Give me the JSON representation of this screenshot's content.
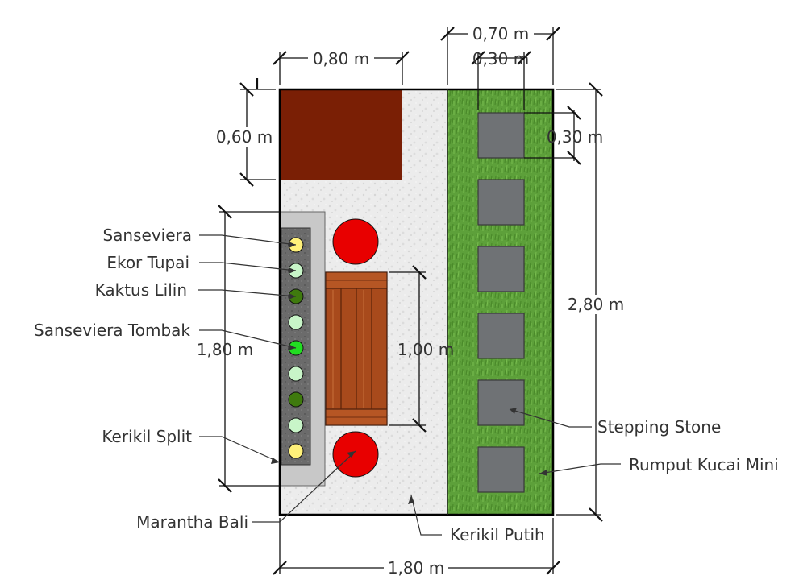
{
  "dimensions": {
    "top_070": "0,70 m",
    "top_080": "0,80 m",
    "top_030": "0,30 m",
    "left_060": "0,60 m",
    "stone_030": "0,30 m",
    "right_280": "2,80 m",
    "left_180": "1,80 m",
    "bench_100": "1,00 m",
    "bottom_180": "1,80 m"
  },
  "labels": {
    "sanseviera": "Sanseviera",
    "ekor_tupai": "Ekor Tupai",
    "kaktus_lilin": "Kaktus Lilin",
    "sanseviera_tombak": "Sanseviera Tombak",
    "kerikil_split": "Kerikil Split",
    "marantha_bali": "Marantha Bali",
    "kerikil_putih": "Kerikil Putih",
    "stepping_stone": "Stepping Stone",
    "rumput_kucai_mini": "Rumput Kucai Mini"
  },
  "colors": {
    "brown_block": "#7a1f05",
    "gravel_white": "#ececec",
    "grass": "#5da03a",
    "stone": "#6f7275",
    "planter_border": "#c8c8c8",
    "split_gravel": "#6b6b6b",
    "red_plant": "#e80000",
    "bench_wood": "#a84a1c",
    "plant_yellow": "#fff17a",
    "plant_lightgreen": "#c8f5c8",
    "plant_darkgreen": "#3f7a0e",
    "plant_brightgreen": "#22dd22"
  },
  "planter_plants": [
    "plant_yellow",
    "plant_lightgreen",
    "plant_darkgreen",
    "plant_lightgreen",
    "plant_brightgreen",
    "plant_lightgreen",
    "plant_darkgreen",
    "plant_lightgreen",
    "plant_yellow"
  ],
  "stepping_stone_count": 6
}
